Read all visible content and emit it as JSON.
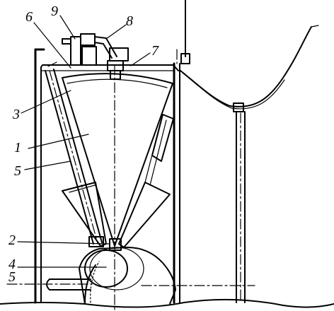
{
  "diagram": {
    "labels": {
      "l1": "1",
      "l2": "2",
      "l3": "3",
      "l4": "4",
      "l5a": "5",
      "l5b": "5",
      "l6": "6",
      "l7": "7",
      "l8": "8",
      "l9": "9"
    }
  }
}
